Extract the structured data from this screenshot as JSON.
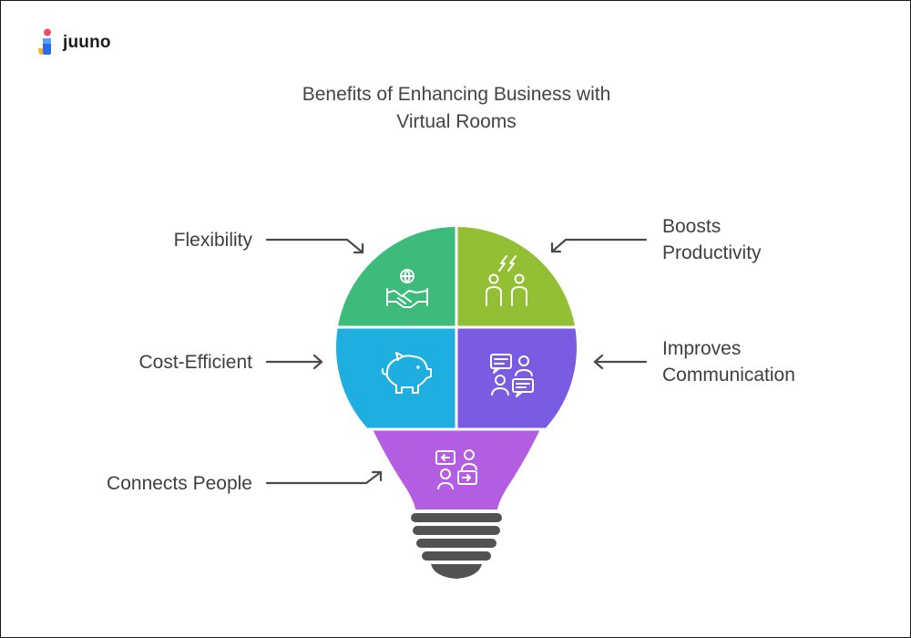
{
  "brand": {
    "name": "juuno",
    "logo_icon": "juuno-logo-icon"
  },
  "title": {
    "line1": "Benefits of Enhancing Business with",
    "line2": "Virtual Rooms"
  },
  "segments": [
    {
      "id": "flexibility",
      "label": "Flexibility",
      "color": "#3dbb7a",
      "icon": "handshake-globe-icon"
    },
    {
      "id": "productivity",
      "label_line1": "Boosts",
      "label_line2": "Productivity",
      "color": "#93bf34",
      "icon": "people-lightning-icon"
    },
    {
      "id": "cost",
      "label": "Cost-Efficient",
      "color": "#1eafe0",
      "icon": "piggy-bank-icon"
    },
    {
      "id": "communication",
      "label_line1": "Improves",
      "label_line2": "Communication",
      "color": "#7a5ce3",
      "icon": "chat-people-icon"
    },
    {
      "id": "connects",
      "label": "Connects People",
      "color": "#b35de3",
      "icon": "exchange-people-icon"
    }
  ],
  "bulb_base_color": "#525252"
}
